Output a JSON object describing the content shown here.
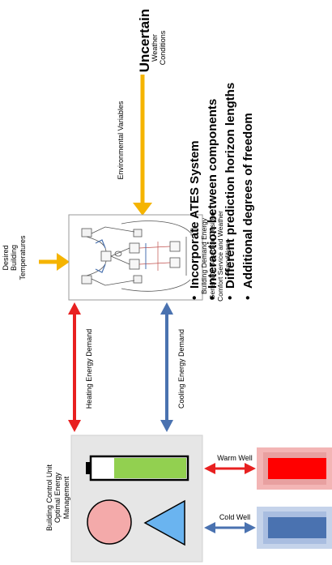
{
  "title": "Uncertain",
  "weather_label": "Weather Conditions",
  "env_vars_label": "Environmental Variables",
  "desired_temps_label": "Desired Building Temperatures",
  "generator_label": "Building Demand Energy Generator Based on Desired Comfort Service and Weather Conditions",
  "heating_demand_label": "Heating Energy Demand",
  "cooling_demand_label": "Cooling Energy Demand",
  "control_unit_label": "Building Control Unit Optimal Energy Management",
  "warm_well_label": "Warm Well",
  "cold_well_label": "Cold Well",
  "bullets": [
    "Incorporate ATES System",
    "Interaction between components",
    "Different prediction horizon lengths",
    "Additional degrees of freedom"
  ],
  "colors": {
    "yellow_arrow": "#f5b400",
    "red_arrow": "#e82020",
    "blue_arrow": "#4a72b0",
    "warm_well_fill": "#ff0000",
    "warm_well_bg": "#f3b5b5",
    "cold_well_fill": "#4a72b0",
    "cold_well_bg": "#c5d3ea",
    "battery_green": "#92d050",
    "circle_fill": "#f4aaaa",
    "triangle_fill": "#6ab4f0",
    "panel_bg": "#e6e6e6"
  }
}
